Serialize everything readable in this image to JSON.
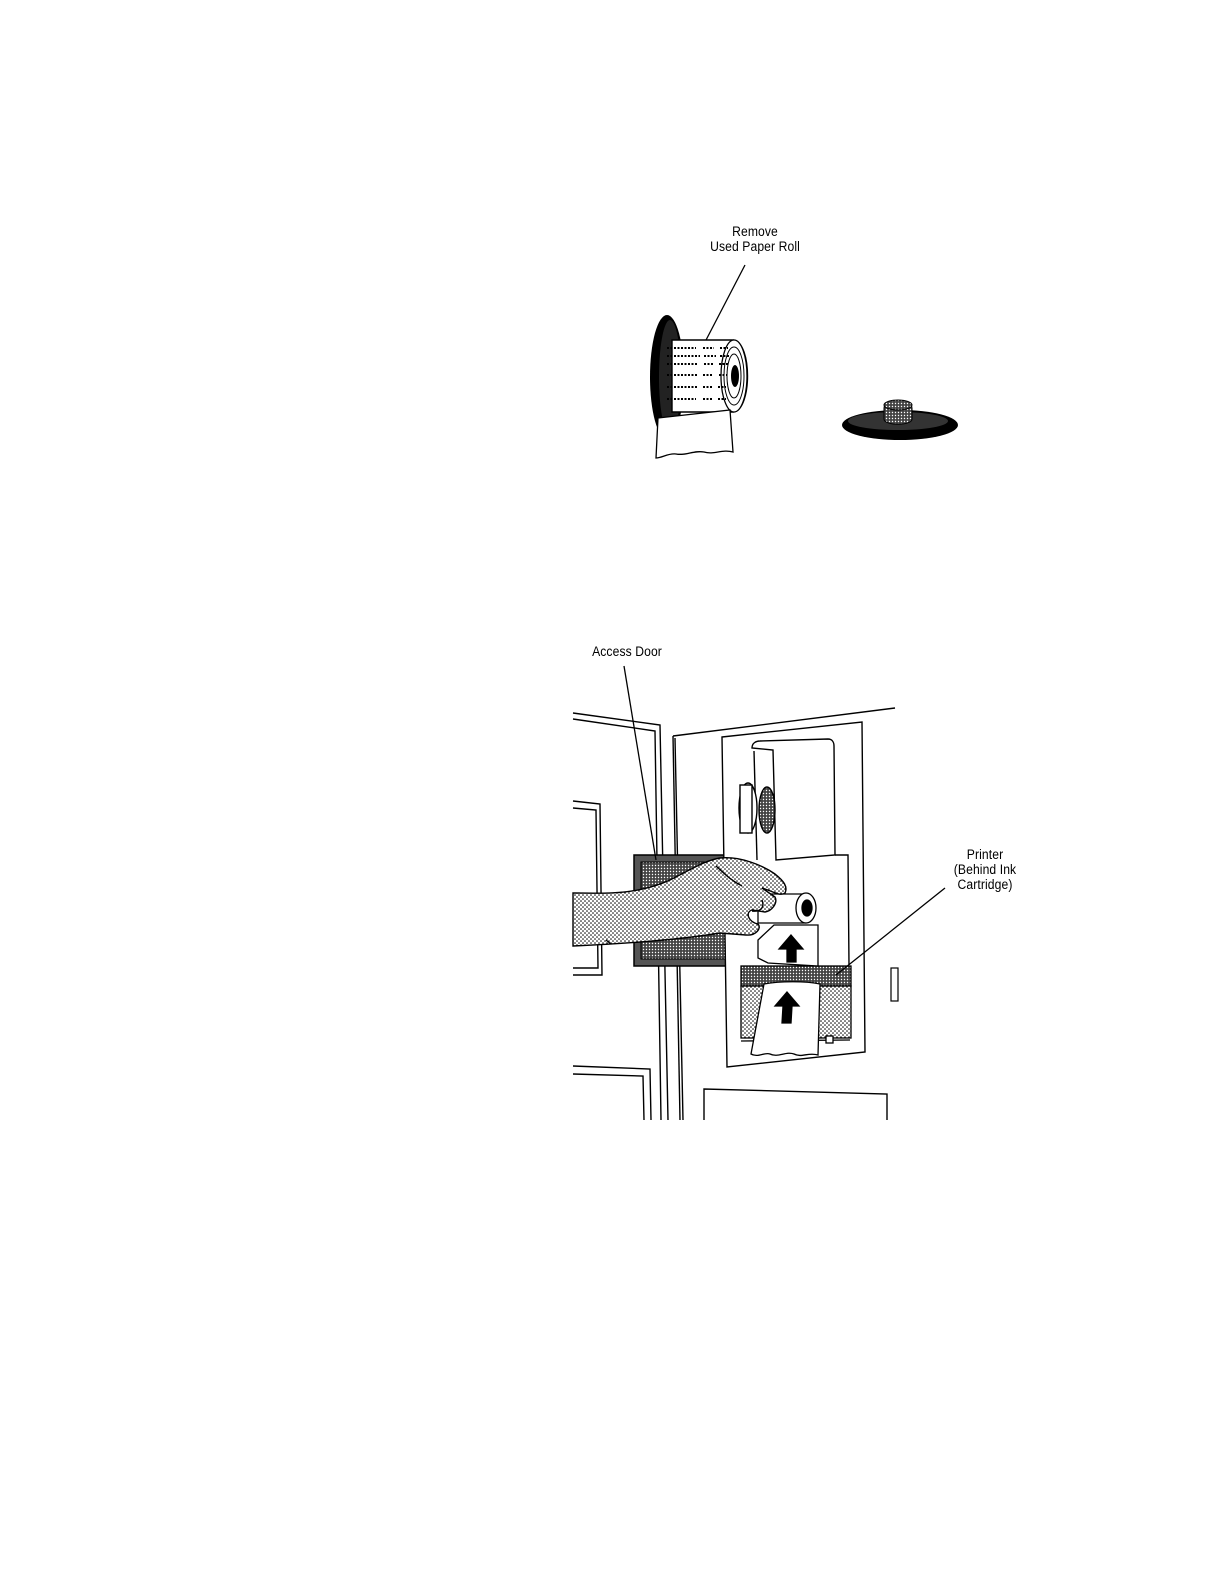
{
  "figure_top": {
    "callout_label": "Remove\nUsed Paper Roll"
  },
  "figure_bottom": {
    "door_label": "Access Door",
    "printer_label": "Printer\n(Behind Ink\nCartridge)"
  }
}
